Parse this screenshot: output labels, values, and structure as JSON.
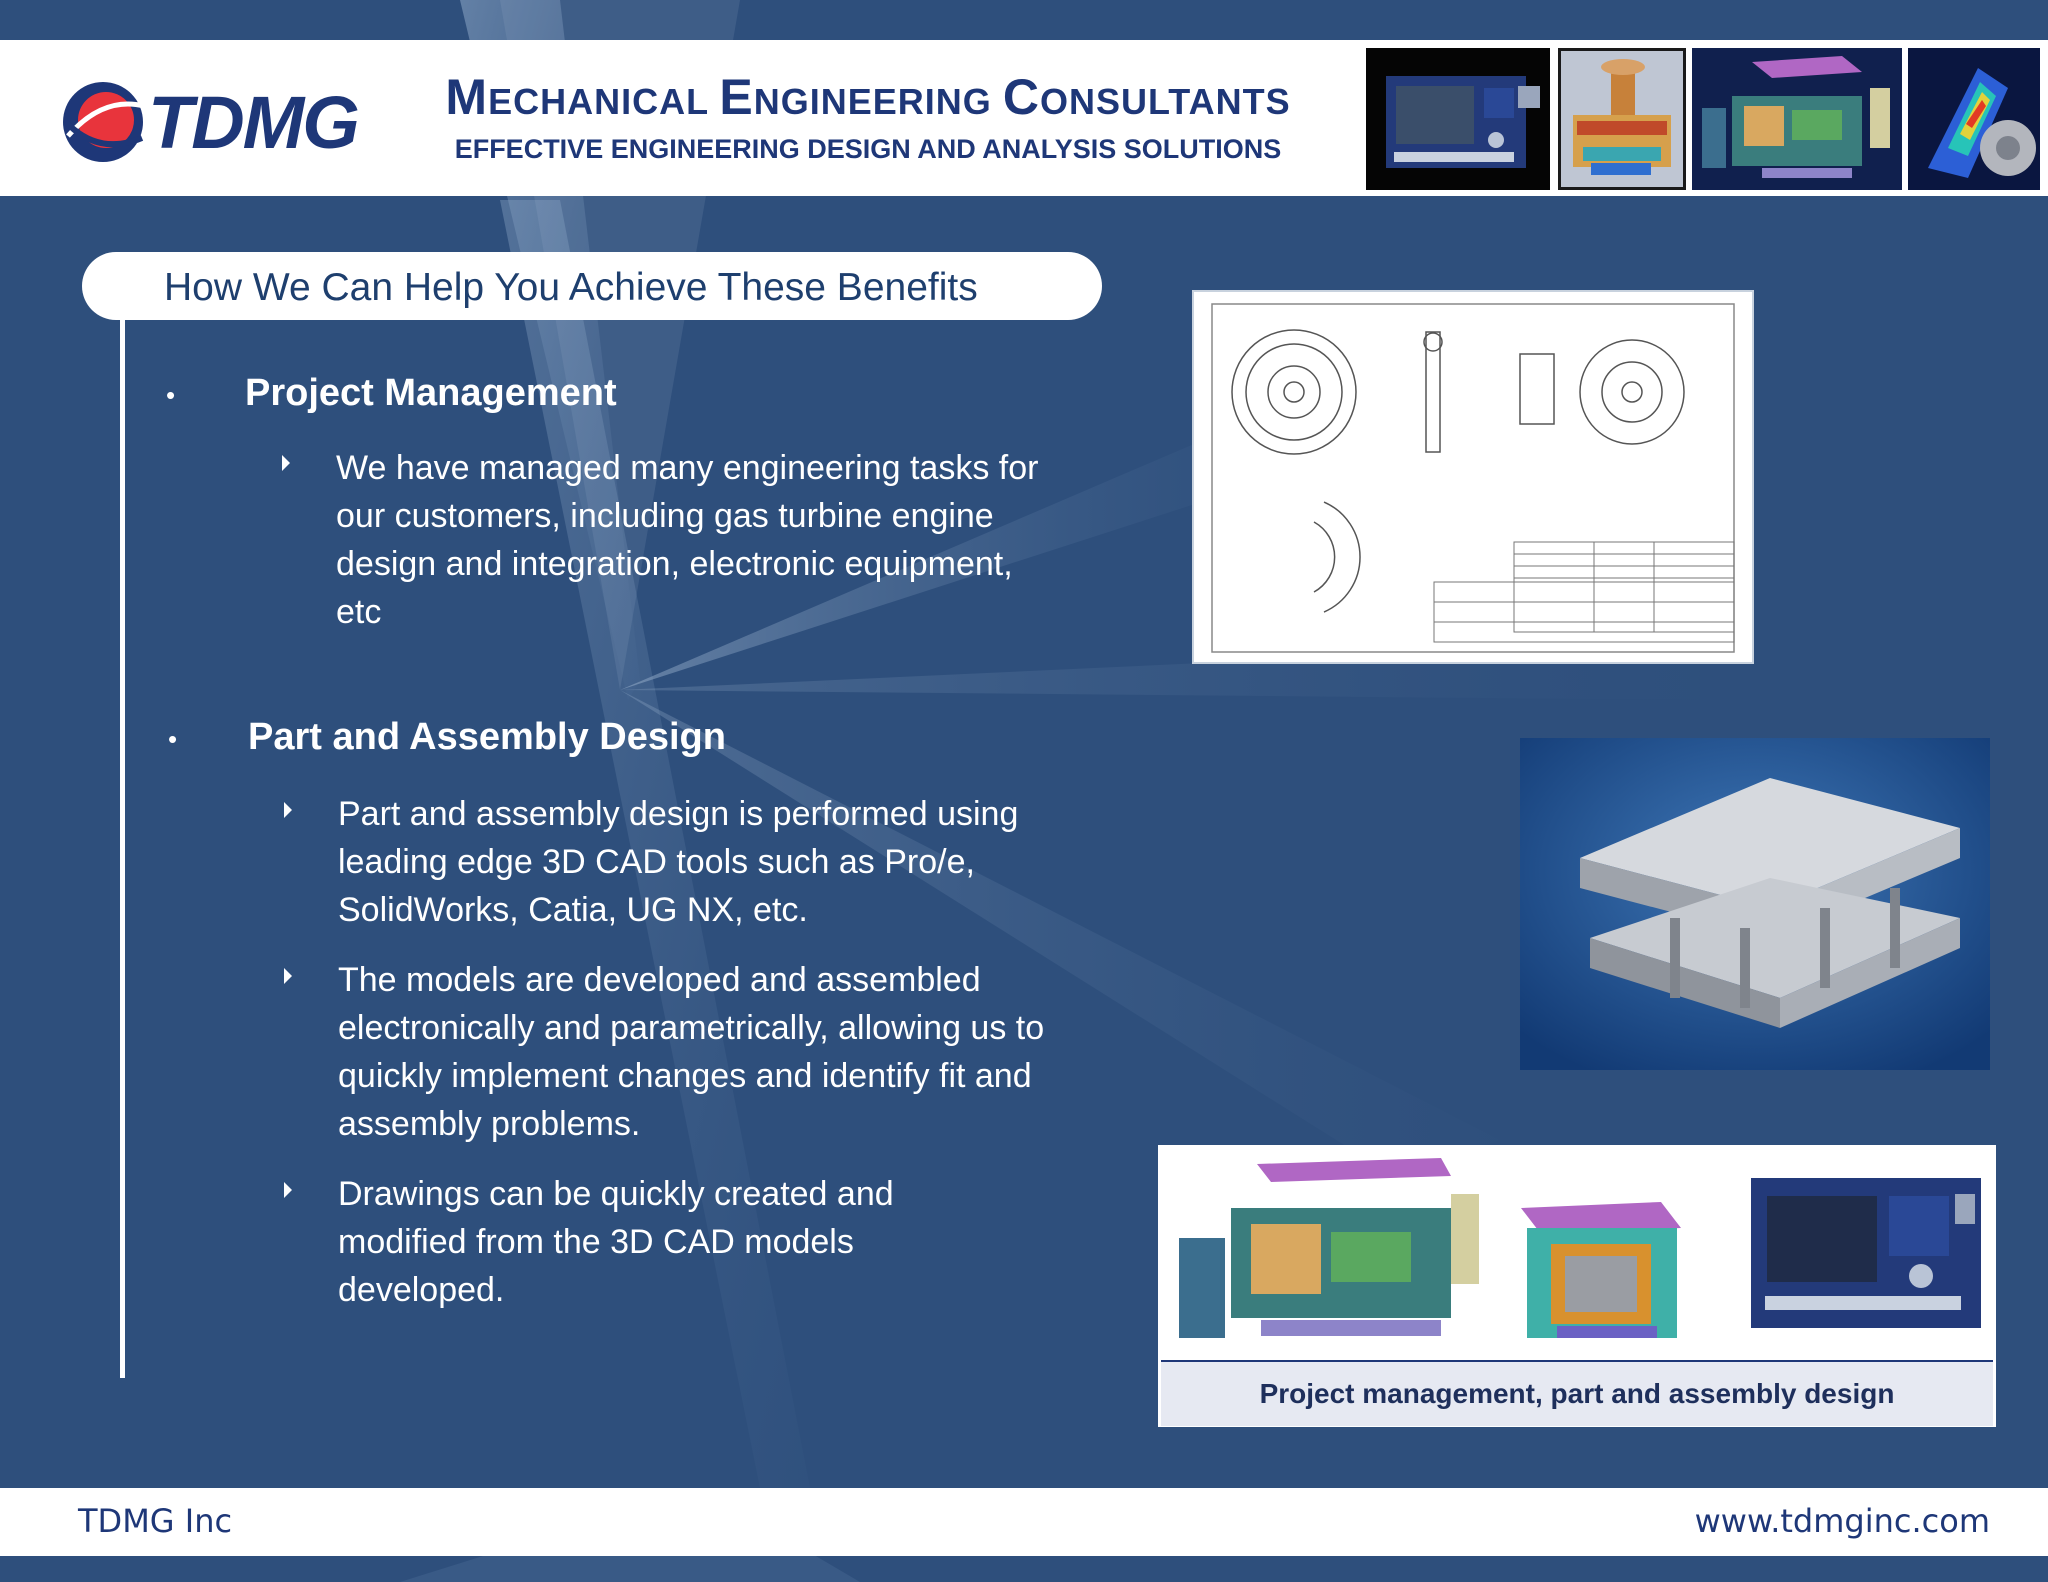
{
  "header": {
    "logo_text": "TDMG",
    "title_main": [
      {
        "cap": "M",
        "rest": "ECHANICAL"
      },
      {
        "cap": "E",
        "rest": "NGINEERING"
      },
      {
        "cap": "C",
        "rest": "ONSULTANTS"
      }
    ],
    "title_sub": "EFFECTIVE ENGINEERING DESIGN AND ANALYSIS SOLUTIONS"
  },
  "section": {
    "heading": "How We Can Help You Achieve These Benefits",
    "topics": [
      {
        "bullet": "•",
        "title": "Project Management",
        "points": [
          "We have managed many engineering tasks for our customers, including gas turbine engine design and integration, electronic equipment, etc"
        ]
      },
      {
        "bullet": "•",
        "title": "Part and Assembly Design",
        "points": [
          "Part and assembly design is performed using leading edge 3D CAD tools such as Pro/e, SolidWorks, Catia, UG NX, etc.",
          "The models are developed and assembled electronically and parametrically, allowing us to quickly implement changes and identify fit and assembly problems.",
          "Drawings can be quickly created and modified from the 3D CAD models developed."
        ]
      }
    ]
  },
  "figure": {
    "caption": "Project management, part and assembly design"
  },
  "footer": {
    "company": "TDMG Inc",
    "website": "www.tdmginc.com"
  },
  "colors": {
    "background": "#2e4f7c",
    "brand_navy": "#1e3778",
    "logo_red": "#e8343c",
    "caption_bg": "#e6e9f2"
  },
  "icons": [
    "logo-globe-icon",
    "bullet-arrow-icon"
  ]
}
